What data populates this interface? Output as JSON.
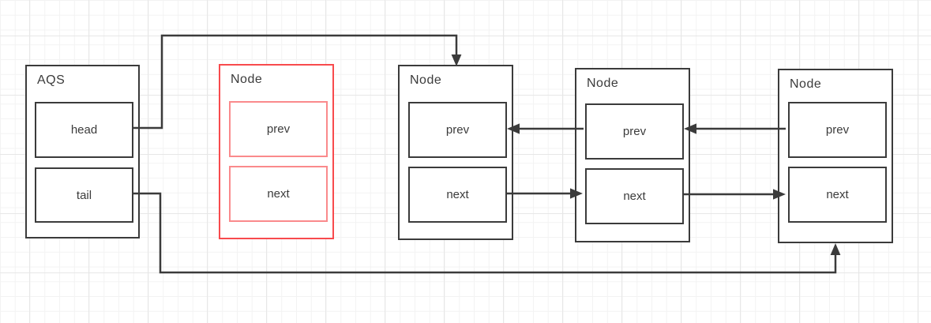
{
  "aqs": {
    "title": "AQS",
    "head_label": "head",
    "tail_label": "tail"
  },
  "nodes": [
    {
      "title": "Node",
      "prev_label": "prev",
      "next_label": "next",
      "highlighted": true
    },
    {
      "title": "Node",
      "prev_label": "prev",
      "next_label": "next",
      "highlighted": false
    },
    {
      "title": "Node",
      "prev_label": "prev",
      "next_label": "next",
      "highlighted": false
    },
    {
      "title": "Node",
      "prev_label": "prev",
      "next_label": "next",
      "highlighted": false
    }
  ],
  "edges": [
    {
      "id": "head-to-node1",
      "from": "aqs.head",
      "to": "node1.top",
      "arrow": "down"
    },
    {
      "id": "tail-to-node3",
      "from": "aqs.tail",
      "to": "node3.bottom",
      "arrow": "up"
    },
    {
      "id": "node2-prev-to-node1-prev",
      "from": "node2.prev",
      "to": "node1.prev",
      "arrow": "left"
    },
    {
      "id": "node3-prev-to-node2-prev",
      "from": "node3.prev",
      "to": "node2.prev",
      "arrow": "left"
    },
    {
      "id": "node1-next-to-node2-next",
      "from": "node1.next",
      "to": "node2.next",
      "arrow": "right"
    },
    {
      "id": "node2-next-to-node3-next",
      "from": "node2.next",
      "to": "node3.next",
      "arrow": "right"
    }
  ],
  "colors": {
    "stroke": "#3b3b3b",
    "highlight_border": "#f84a4d",
    "highlight_inner_border": "#fa8a8c",
    "text": "#3b3b3b",
    "grid_minor": "#f3f3f3",
    "grid_major": "#e7e7e7",
    "canvas_bg": "#ffffff"
  }
}
